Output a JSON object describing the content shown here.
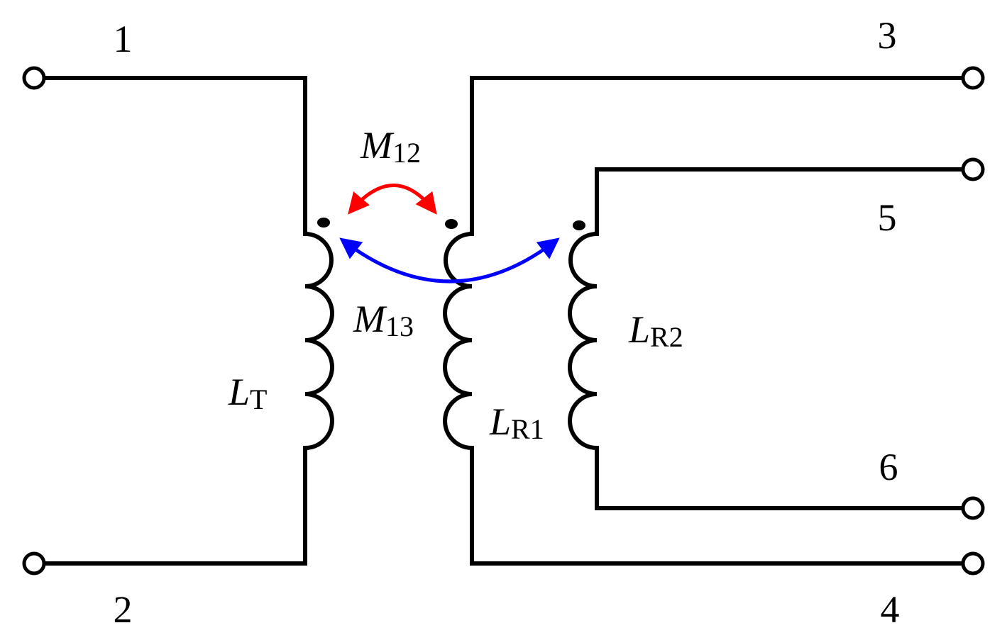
{
  "terminals": {
    "t1": "1",
    "t2": "2",
    "t3": "3",
    "t4": "4",
    "t5": "5",
    "t6": "6"
  },
  "inductors": {
    "lt": {
      "symbol": "L",
      "subscript": "T"
    },
    "lr1": {
      "symbol": "L",
      "subscript": "R1"
    },
    "lr2": {
      "symbol": "L",
      "subscript": "R2"
    }
  },
  "mutual": {
    "m12": {
      "symbol": "M",
      "subscript": "12",
      "color": "#ff0000"
    },
    "m13": {
      "symbol": "M",
      "subscript": "13",
      "color": "#0000ff"
    }
  },
  "colors": {
    "wire": "#000000",
    "m12_arrow": "#ff0000",
    "m13_arrow": "#0000ff"
  }
}
